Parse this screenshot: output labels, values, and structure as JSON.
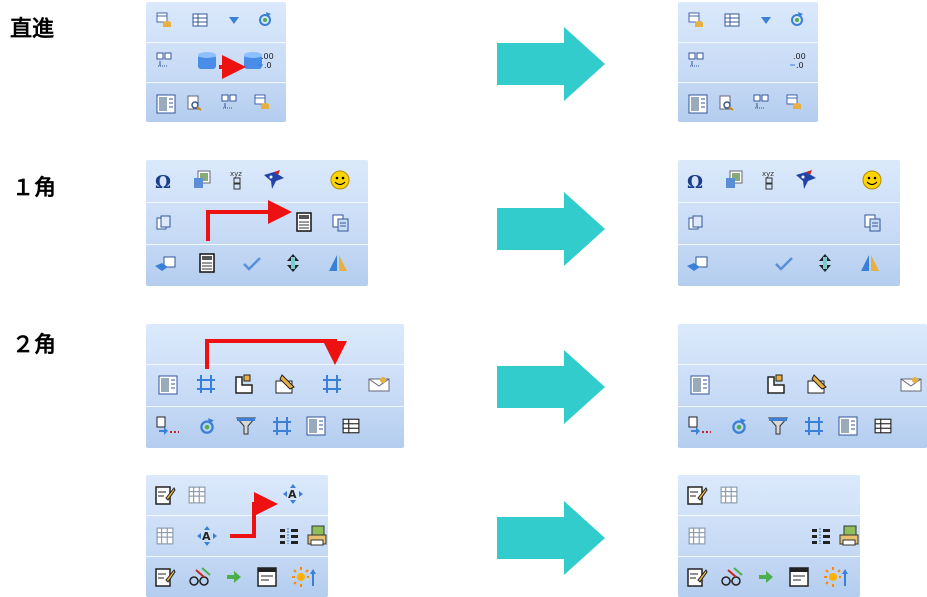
{
  "rows": [
    {
      "label": "直進"
    },
    {
      "label": "１角"
    },
    {
      "label": "２角"
    },
    {
      "label": ""
    }
  ],
  "colors": {
    "route": "#ee1111",
    "arrow": "#33cccc",
    "toolbar_top": "#dbe9fb",
    "toolbar_bottom": "#b4cdef"
  },
  "icons": {
    "row1": [
      "database-table-icon",
      "grid-icon",
      "arrow-down-icon",
      "refresh-icon",
      "grid-move-icon",
      "cylinder-icon",
      "cylinder-icon",
      "decimal-icon",
      "table-view-icon",
      "search-doc-icon",
      "grid-move-icon",
      "database-table-icon"
    ],
    "row2": [
      "omega-icon",
      "picture-icon",
      "xyz-icon",
      "bird-icon",
      "smiley-icon",
      "copy-icon",
      "calculator-icon",
      "copy-format-icon",
      "handshake-icon",
      "calculator-icon",
      "check-icon",
      "sort-icon",
      "triangle-icon"
    ],
    "row3": [
      "table-view-icon",
      "crop-icon",
      "signature-icon",
      "edit-icon",
      "crop-icon",
      "envelope-icon",
      "move-icon",
      "refresh-icon",
      "filter-icon",
      "crop-icon",
      "table-view-icon",
      "grid-icon"
    ],
    "row4": [
      "edit-icon",
      "grid-icon",
      "text-frame-icon",
      "grid-icon",
      "text-frame-icon",
      "align-icon",
      "print-icon",
      "edit-icon",
      "glasses-icon",
      "forward-icon",
      "note-icon",
      "sun-icon"
    ]
  }
}
